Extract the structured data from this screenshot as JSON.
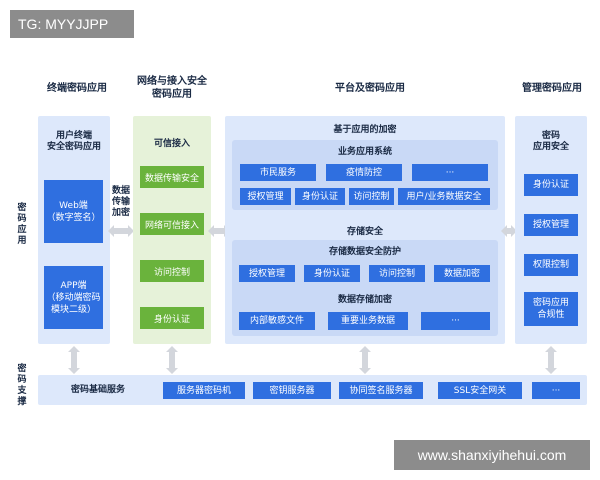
{
  "watermarks": {
    "top_left": "TG: MYYJJPP",
    "bottom_right": "www.shanxiyihehui.com"
  },
  "columns": {
    "terminal": "终端密码应用",
    "network": "网络与接入安全\n密码应用",
    "platform": "平台及密码应用",
    "management": "管理密码应用"
  },
  "side_labels": {
    "crypto_app": "密码应用",
    "crypto_support": "密码支撑"
  },
  "terminal": {
    "title": "用户终端\n安全密码应用",
    "web": "Web端\n（数字签名）",
    "app": "APP端\n（移动端密码\n模块二级）",
    "link_label": "数据\n传输\n加密"
  },
  "network": {
    "title": "可信接入",
    "items": [
      "数据传输安全",
      "网络可信接入",
      "访问控制",
      "身份认证"
    ]
  },
  "platform": {
    "title": "基于应用的加密",
    "biz_title": "业务应用系统",
    "biz_row1": [
      "市民服务",
      "疫情防控",
      "···"
    ],
    "biz_row2": [
      "授权管理",
      "身份认证",
      "访问控制",
      "用户/业务数据安全"
    ],
    "storage_title": "存储安全",
    "storage_sub1": "存储数据安全防护",
    "storage_row1": [
      "授权管理",
      "身份认证",
      "访问控制",
      "数据加密"
    ],
    "storage_sub2": "数据存储加密",
    "storage_row2": [
      "内部敏感文件",
      "重要业务数据",
      "···"
    ]
  },
  "management": {
    "title": "密码\n应用安全",
    "items": [
      "身份认证",
      "授权管理",
      "权限控制",
      "密码应用\n合规性"
    ]
  },
  "support": {
    "title": "密码基础服务",
    "items": [
      "服务器密码机",
      "密钥服务器",
      "协同签名服务器",
      "SSL安全网关",
      "···"
    ]
  },
  "colors": {
    "primary": "#2f6fe0",
    "green": "#6ab33c",
    "panel_blue": "#dde8fb",
    "panel_green": "#e6f2d9"
  }
}
